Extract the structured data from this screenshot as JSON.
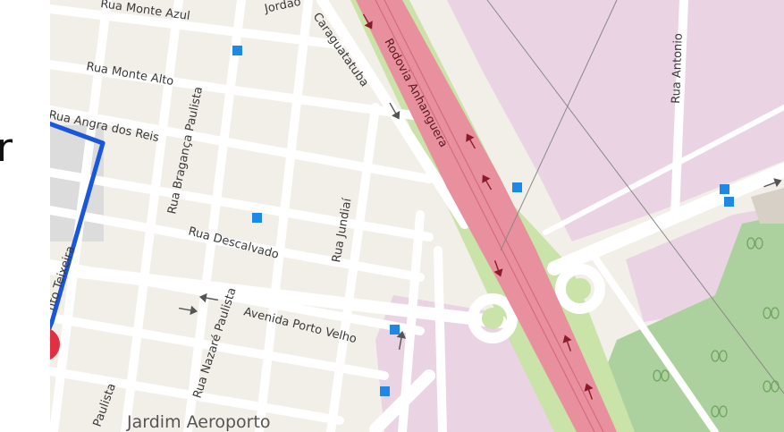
{
  "panel": {
    "text": "r"
  },
  "map": {
    "streets": [
      {
        "key": "monte_azul",
        "label": "Rua Monte Azul"
      },
      {
        "key": "jordao",
        "label": "Jordão"
      },
      {
        "key": "caraguatatuba",
        "label": "Caraguatatuba"
      },
      {
        "key": "monte_alto",
        "label": "Rua Monte Alto"
      },
      {
        "key": "braganca",
        "label": "Rua Bragança Paulista"
      },
      {
        "key": "angra",
        "label": "Rua Angra dos Reis"
      },
      {
        "key": "jundiai",
        "label": "Rua Jundiaí"
      },
      {
        "key": "descalvado",
        "label": "Rua Descalvado"
      },
      {
        "key": "nazare",
        "label": "Rua Nazaré Paulista"
      },
      {
        "key": "porto_velho",
        "label": "Avenida Porto Velho"
      },
      {
        "key": "paulista",
        "label": "Paulista"
      },
      {
        "key": "antonio",
        "label": "Rua Antonio"
      },
      {
        "key": "left_vertical",
        "label": "nto Teixeira"
      }
    ],
    "highway": {
      "label": "Rodovia Anhanguera"
    },
    "area": {
      "label": "Jardim Aeroporto"
    },
    "colors": {
      "background": "#f2efe9",
      "block": "#efe9e1",
      "road": "#ffffff",
      "motorway": "#e8909d",
      "landuse_pink": "#ead4e4",
      "green_verge": "#c9e3a8",
      "park": "#add19e",
      "route": "#1a56db",
      "marker": "#e03143",
      "bus_stop": "#1e88e5"
    },
    "icons": [
      "tree-icon",
      "bus-stop-icon",
      "one-way-arrow-icon",
      "location-marker-icon"
    ]
  }
}
